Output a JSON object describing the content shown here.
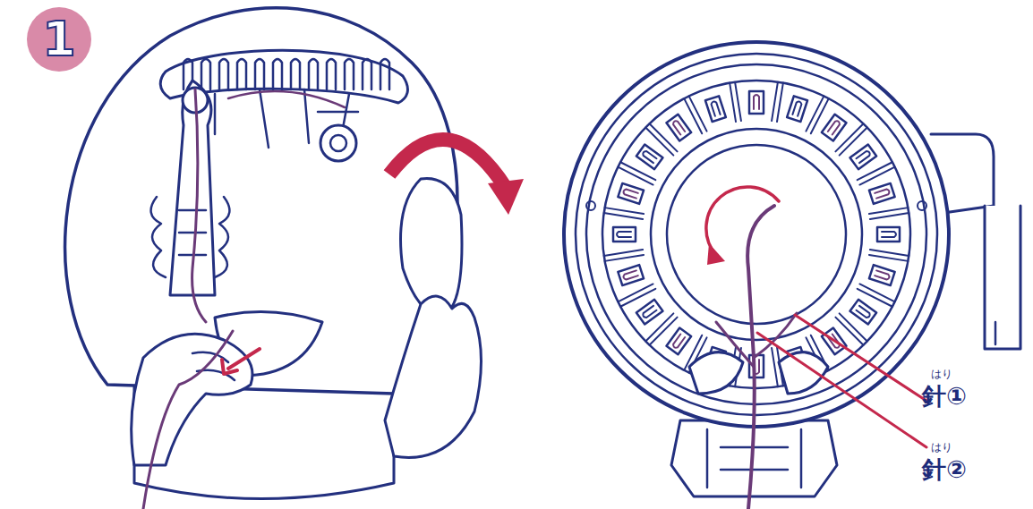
{
  "diagram": {
    "nodes": [
      {
        "text": [
          "1"
        ]
      }
    ],
    "labels": [
      "はり",
      "針①",
      "はり",
      "針②"
    ]
  }
}
